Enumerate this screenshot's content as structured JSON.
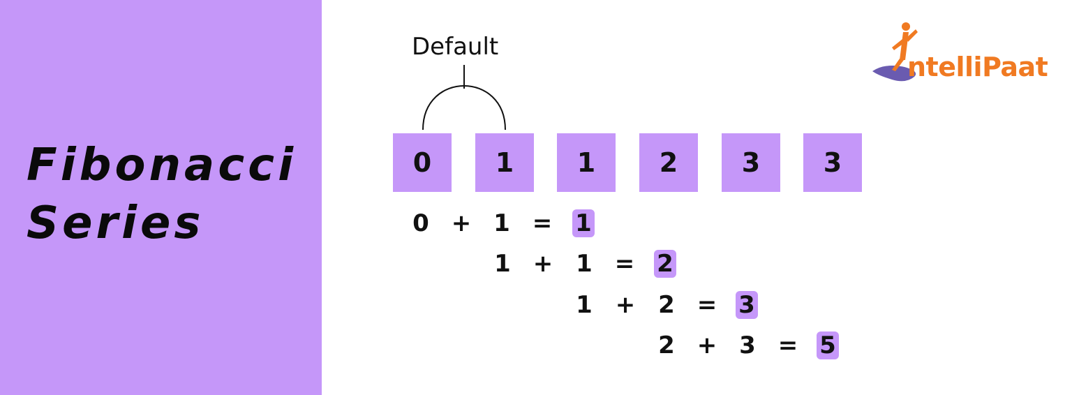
{
  "title": {
    "line1": "Fibonacci",
    "line2": "Series"
  },
  "default_label": "Default",
  "sequence": [
    "0",
    "1",
    "1",
    "2",
    "3",
    "3"
  ],
  "equations": [
    {
      "a": "0",
      "op": "+",
      "b": "1",
      "eq": "=",
      "result": "1"
    },
    {
      "a": "1",
      "op": "+",
      "b": "1",
      "eq": "=",
      "result": "2"
    },
    {
      "a": "1",
      "op": "+",
      "b": "2",
      "eq": "=",
      "result": "3"
    },
    {
      "a": "2",
      "op": "+",
      "b": "3",
      "eq": "=",
      "result": "5"
    }
  ],
  "logo": {
    "text": "ntelliPaat",
    "brand_color": "#f07a22",
    "swoosh_color": "#6a5bb0"
  },
  "colors": {
    "accent": "#c597f9",
    "text": "#111111",
    "background": "#ffffff"
  }
}
